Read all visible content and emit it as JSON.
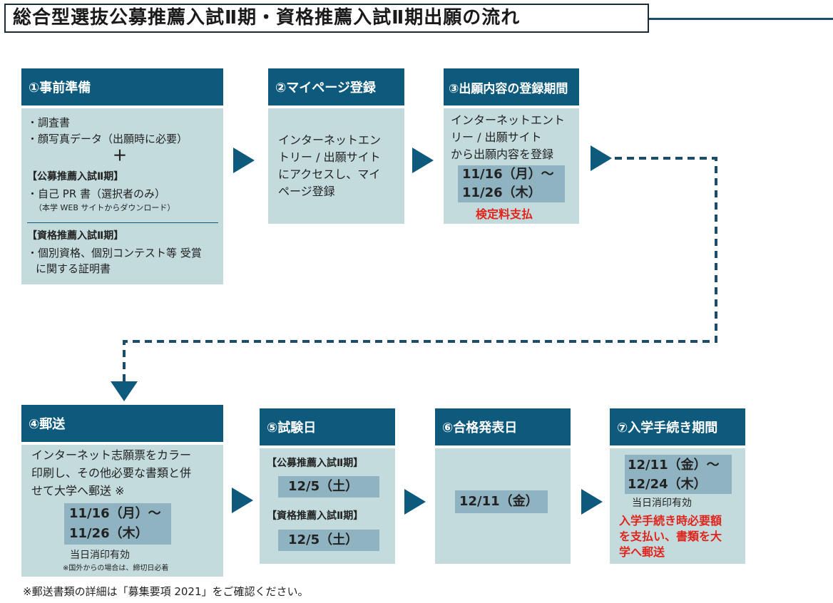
{
  "title": "総合型選抜公募推薦入試Ⅱ期・資格推薦入試Ⅱ期出願の流れ",
  "steps": {
    "s1": {
      "header": "①事前準備",
      "line1": "・調査書",
      "line2": "・顔写真データ（出願時に必要）",
      "plus": "＋",
      "sec1_title": "【公募推薦入試Ⅱ期】",
      "sec1_line": "・自己 PR 書（選択者のみ）",
      "sec1_note": "（本学 WEB サイトからダウンロード）",
      "sec2_title": "【資格推薦入試Ⅱ期】",
      "sec2_line1": "・個別資格、個別コンテスト等 受賞",
      "sec2_line2": "に関する証明書"
    },
    "s2": {
      "header": "②マイページ登録",
      "line1": "インターネットエン",
      "line2": "トリー / 出願サイト",
      "line3": "にアクセスし、マイ",
      "line4": "ページ登録"
    },
    "s3": {
      "header": "③出願内容の登録期間",
      "line1": "インターネットエント",
      "line2": "リー / 出願サイト",
      "line3": "から出願内容を登録",
      "date1": "11/16（月）～",
      "date2": "11/26（木）",
      "red": "検定料支払"
    },
    "s4": {
      "header": "④郵送",
      "line1": "インターネット志願票をカラー",
      "line2": "印刷し、その他必要な書類と併",
      "line3": "せて大学へ郵送 ※",
      "date1": "11/16（月）～",
      "date2": "11/26（木）",
      "note1": "当日消印有効",
      "note2": "※国外からの場合は、締切日必着"
    },
    "s5": {
      "header": "⑤試験日",
      "sec1": "【公募推薦入試Ⅱ期】",
      "date1": "12/5（土）",
      "sec2": "【資格推薦入試Ⅱ期】",
      "date2": "12/5（土）"
    },
    "s6": {
      "header": "⑥合格発表日",
      "date": "12/11（金）"
    },
    "s7": {
      "header": "⑦入学手続き期間",
      "date1": "12/11（金）～",
      "date2": "12/24（木）",
      "note": "当日消印有効",
      "red1": "入学手続き時必要額",
      "red2": "を支払い、書類を大",
      "red3": "学へ郵送"
    }
  },
  "footer": "※郵送書類の詳細は「募集要項 2021」をご確認ください。",
  "colors": {
    "header": "#0e5a7d",
    "body": "#c4dbde",
    "date": "#8fb3c0",
    "accent_red": "#e0241b"
  }
}
